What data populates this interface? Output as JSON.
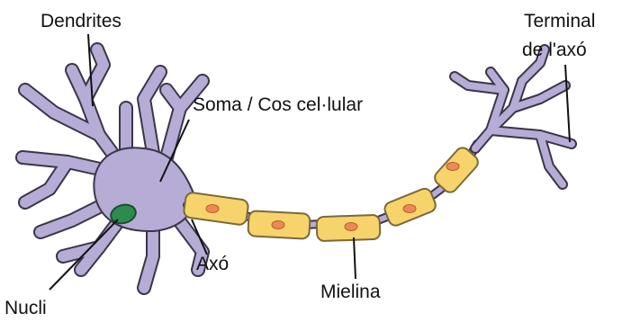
{
  "labels": {
    "dendrites": "Dendrites",
    "terminal_line1": "Terminal",
    "terminal_line2": "de l'axó",
    "soma": "Soma / Cos cel·lular",
    "axon": "Axó",
    "myelin": "Mielina",
    "nucleus": "Nucli"
  },
  "colors": {
    "neuron_fill": "#b6acd6",
    "neuron_outline": "#3b3549",
    "myelin_fill": "#f7d36b",
    "myelin_outline": "#7a6a3a",
    "node_dot": "#ec8a55",
    "nucleus_fill": "#2e8b4e",
    "leader_line": "#111111"
  }
}
